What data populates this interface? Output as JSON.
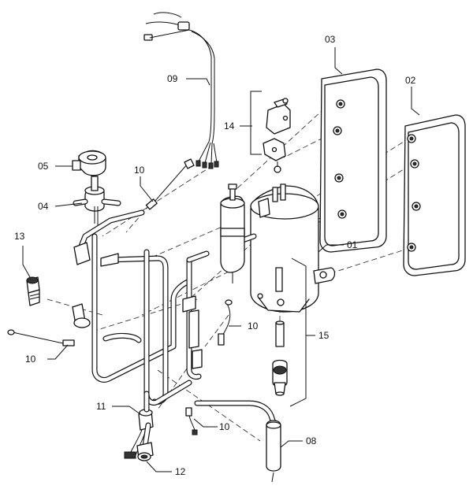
{
  "labels": {
    "01": "01",
    "02": "02",
    "03": "03",
    "04": "04",
    "05": "05",
    "08": "08",
    "09": "09",
    "10a": "10",
    "10b": "10",
    "10c": "10",
    "10d": "10",
    "11": "11",
    "12": "12",
    "13": "13",
    "14": "14",
    "15": "15"
  }
}
